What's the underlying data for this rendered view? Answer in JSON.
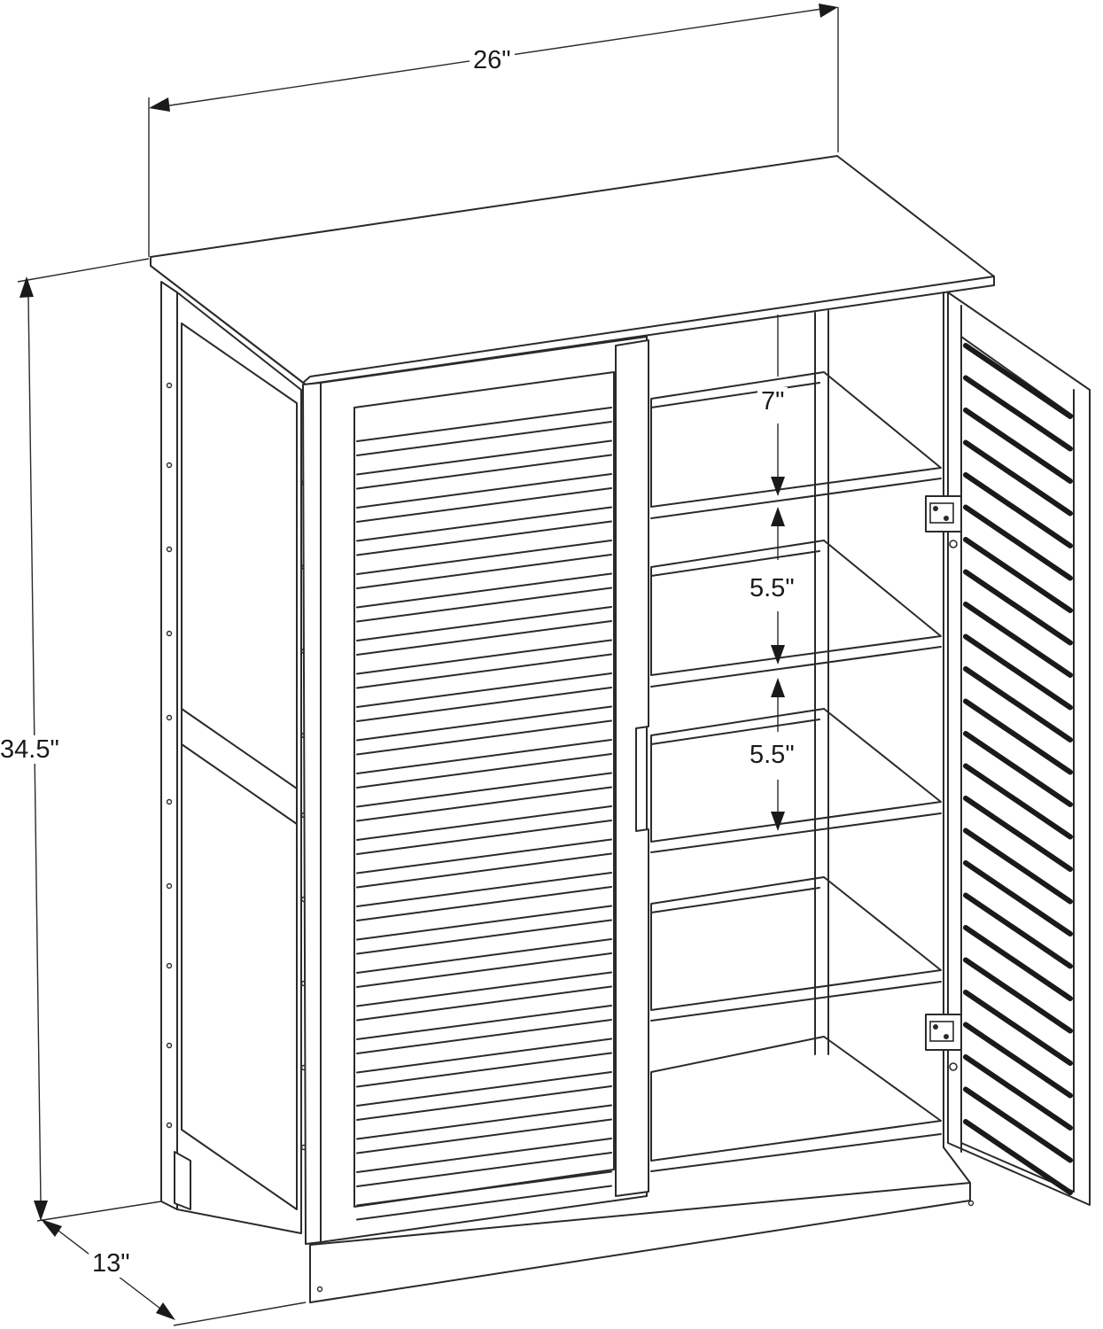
{
  "dimensions": {
    "width": "26\"",
    "height": "34.5\"",
    "depth": "13\"",
    "shelf_gap_top": "7\"",
    "shelf_gap_middle": "5.5\"",
    "shelf_gap_lower": "5.5\""
  },
  "colors": {
    "line": "#2a2a2a",
    "background": "#ffffff"
  }
}
